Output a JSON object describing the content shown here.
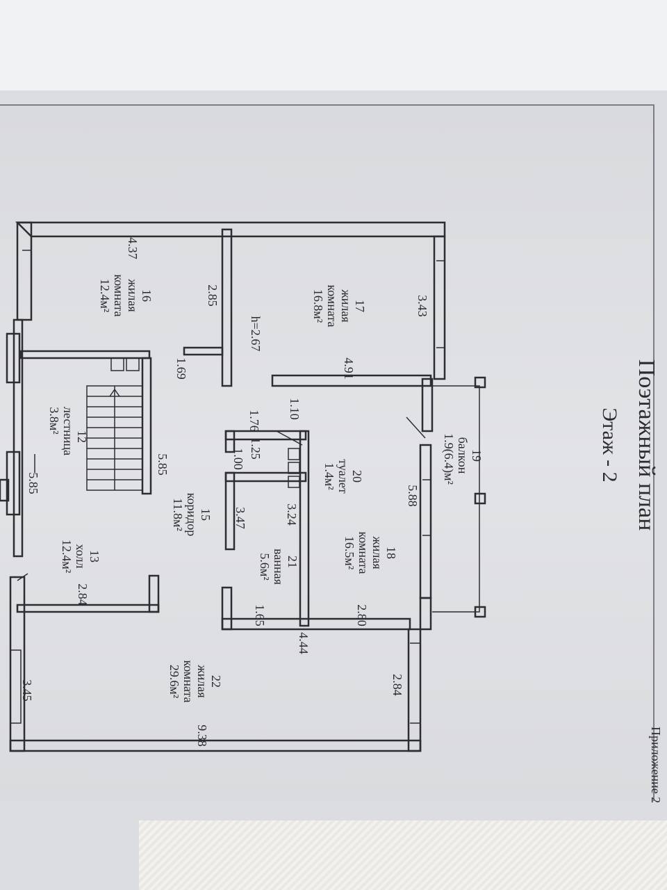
{
  "header": {
    "title": "Поэтажный план",
    "floor": "Этаж - 2",
    "appendix": "Приложение 2"
  },
  "height_note": "h=2.67",
  "rooms": [
    {
      "num": "16",
      "l1": "жилая",
      "l2": "комната",
      "area": "12.4м²"
    },
    {
      "num": "17",
      "l1": "жилая",
      "l2": "комната",
      "area": "16.8м²"
    },
    {
      "num": "12",
      "l1": "лестница",
      "area": "3.8м²"
    },
    {
      "num": "19",
      "l1": "балкон",
      "area": "1.9(6.4)м²"
    },
    {
      "num": "20",
      "l1": "туалет",
      "area": "1.4м²"
    },
    {
      "num": "15",
      "l1": "коридор",
      "area": "11.8м²"
    },
    {
      "num": "18",
      "l1": "жилая",
      "l2": "комната",
      "area": "16.5м²"
    },
    {
      "num": "21",
      "l1": "ванная",
      "area": "5.6м²"
    },
    {
      "num": "13",
      "l1": "холл",
      "area": "12.4м²"
    },
    {
      "num": "22",
      "l1": "жилая",
      "l2": "комната",
      "area": "29.6м²"
    }
  ],
  "dimensions": [
    "4.37",
    "3.43",
    "2.85",
    "1.69",
    "4.91",
    "1.10",
    "1.76",
    "1.25",
    "1.00",
    "5.85",
    "5.85",
    "5.88",
    "3.24",
    "3.47",
    "2.84",
    "1.65",
    "2.80",
    "4.44",
    "9.38",
    "2.84",
    "3.45"
  ]
}
